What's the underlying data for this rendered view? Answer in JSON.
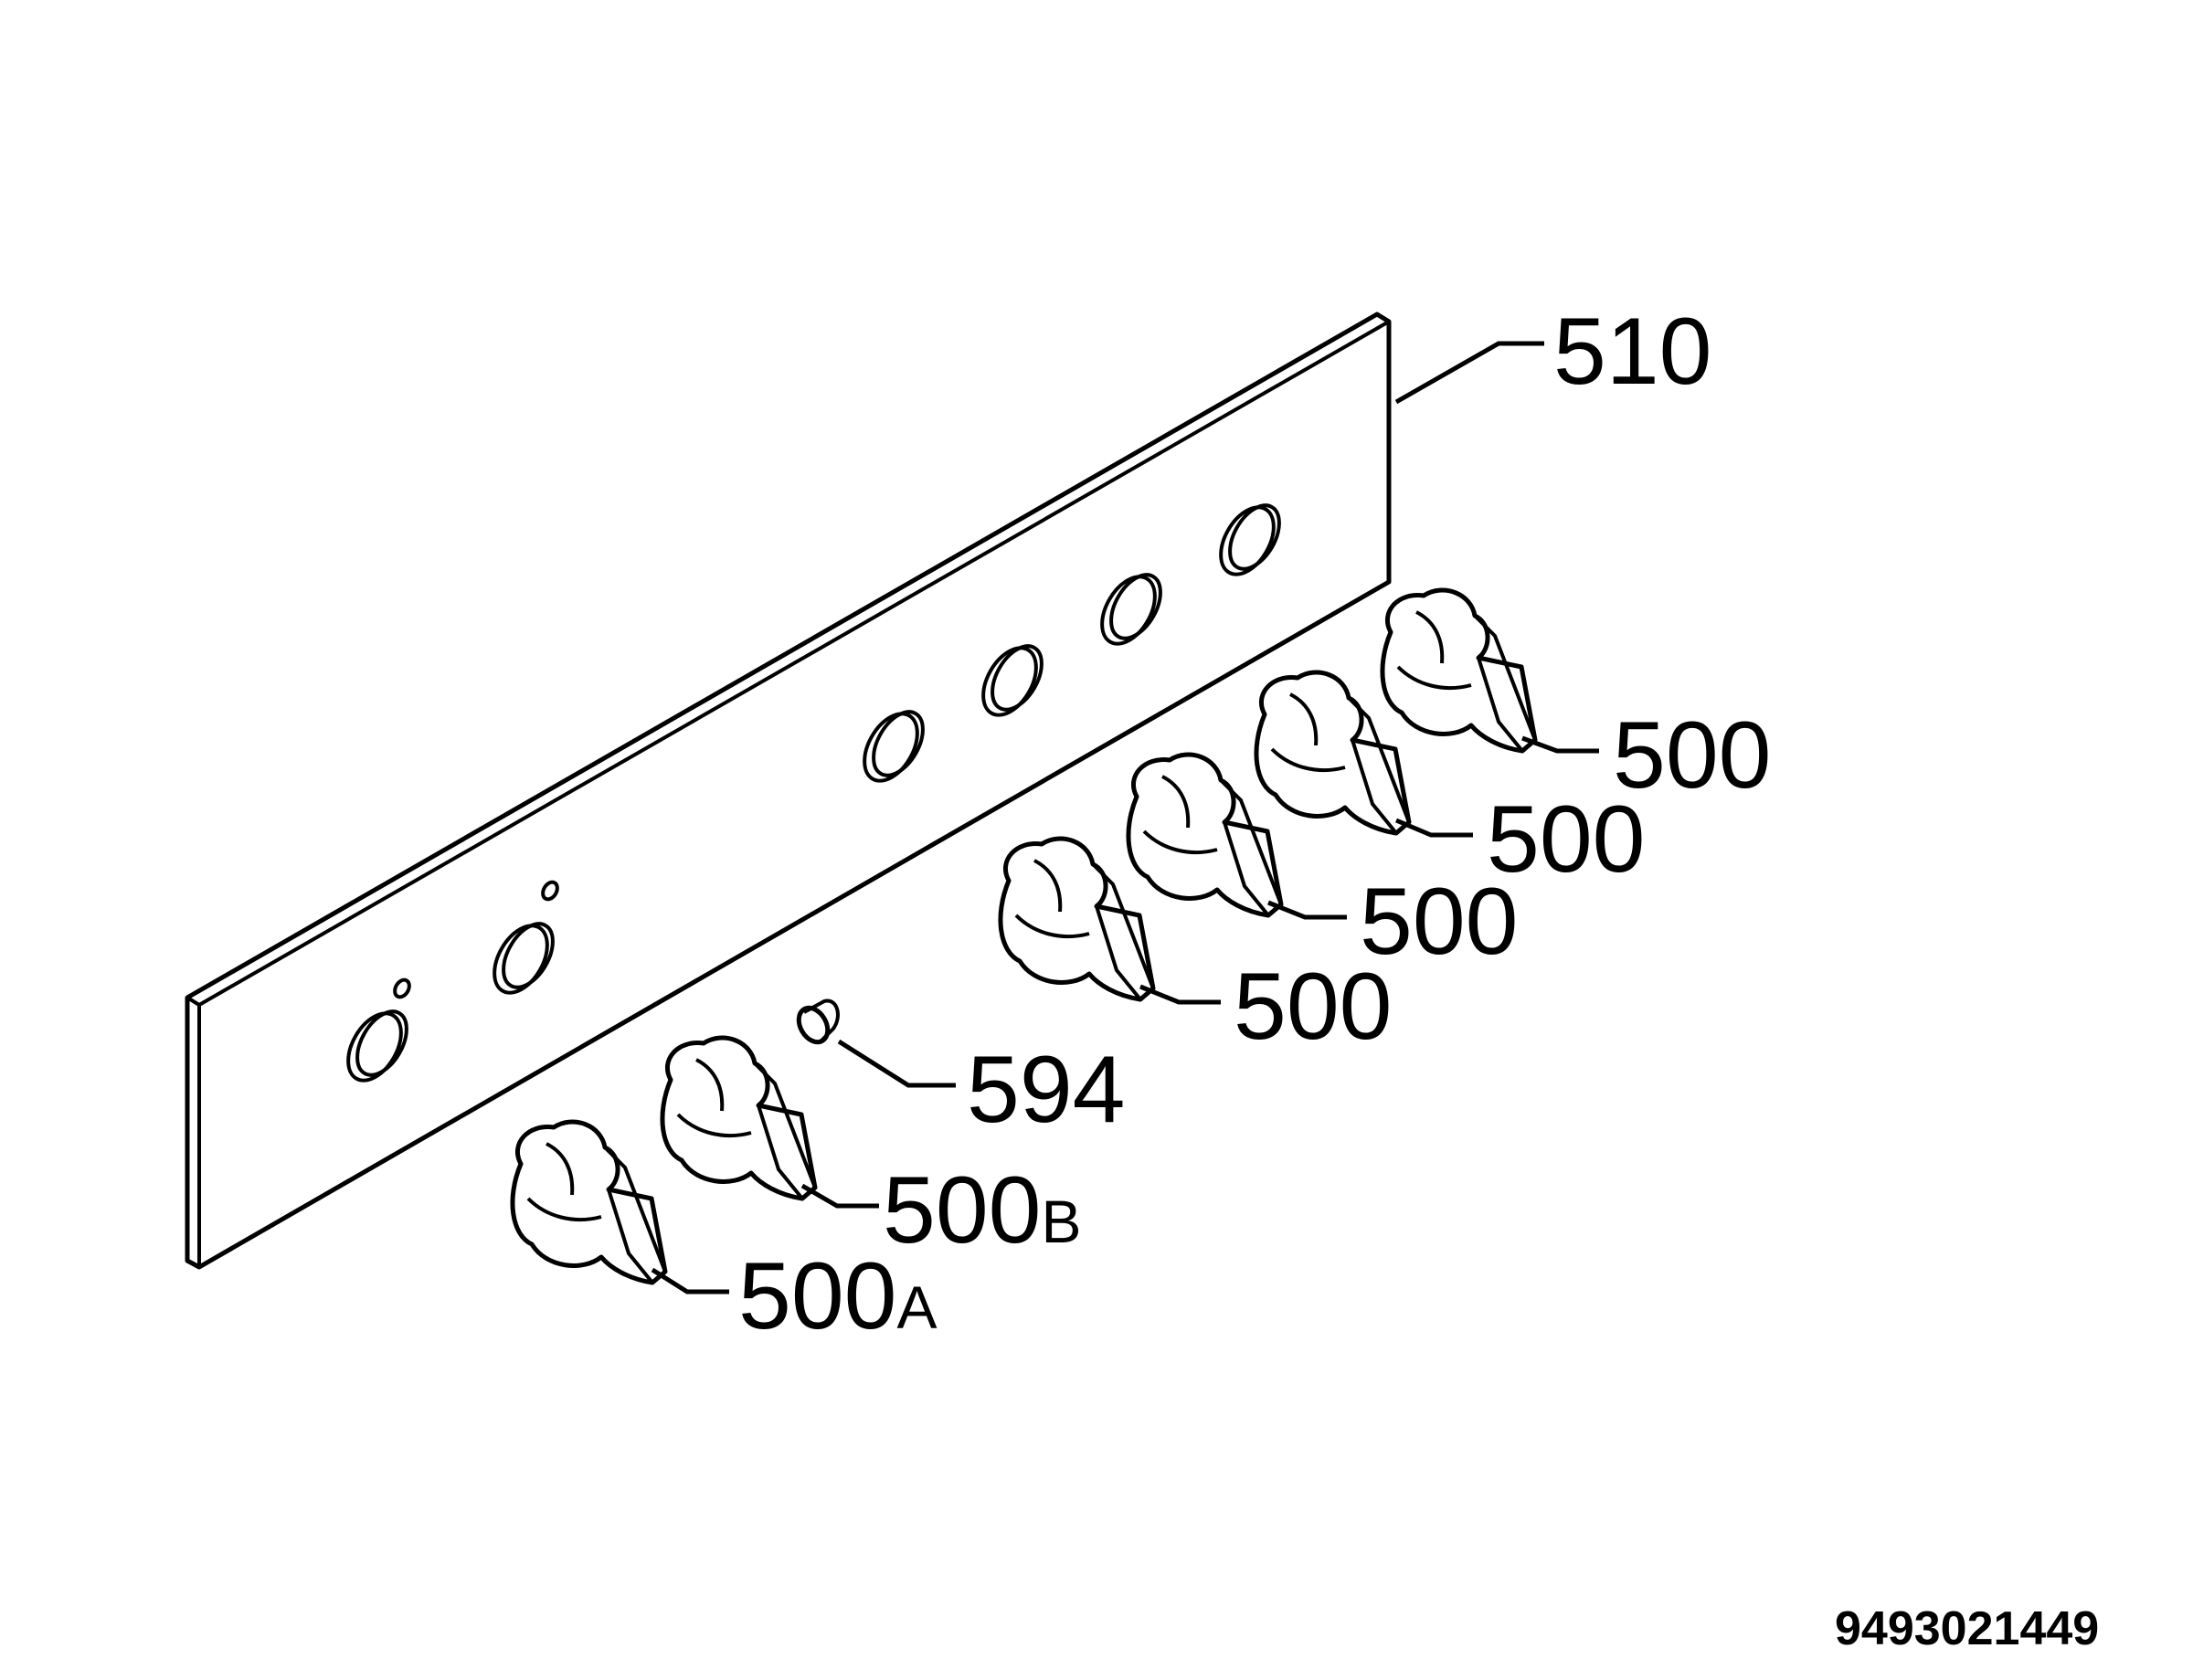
{
  "diagram": {
    "panel_label": "510",
    "cap_label": "594",
    "knob_labels": [
      {
        "number": "500",
        "suffix": ""
      },
      {
        "number": "500",
        "suffix": ""
      },
      {
        "number": "500",
        "suffix": ""
      },
      {
        "number": "500",
        "suffix": ""
      },
      {
        "number": "500",
        "suffix": "B"
      },
      {
        "number": "500",
        "suffix": "A"
      }
    ],
    "reference_code": "9493021449"
  }
}
